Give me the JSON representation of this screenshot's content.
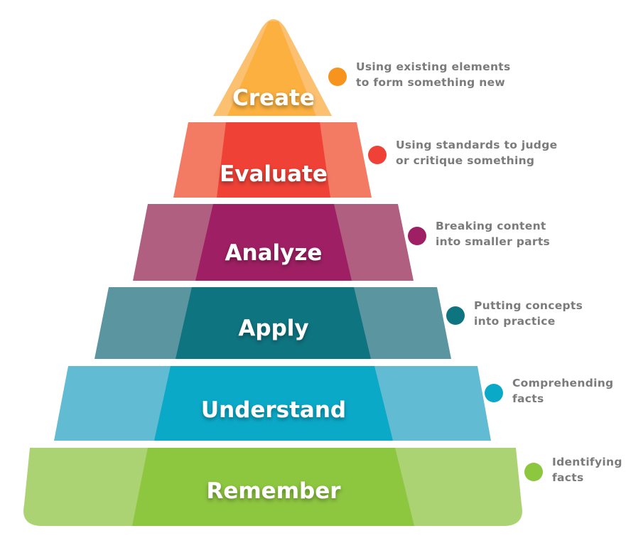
{
  "levels": [
    {
      "name": "Create",
      "description": [
        "Using existing elements",
        "to form something new"
      ],
      "colors": {
        "light": "#fcc170",
        "dark": "#fbb040",
        "dot": "#f7941d"
      }
    },
    {
      "name": "Evaluate",
      "description": [
        "Using standards to judge",
        "or critique something"
      ],
      "colors": {
        "light": "#f37a63",
        "dark": "#ef4136",
        "dot": "#ef4136"
      }
    },
    {
      "name": "Analyze",
      "description": [
        "Breaking content",
        "into smaller parts"
      ],
      "colors": {
        "light": "#b05f80",
        "dark": "#9e1f63",
        "dot": "#9e1f63"
      }
    },
    {
      "name": "Apply",
      "description": [
        "Putting concepts",
        "into practice"
      ],
      "colors": {
        "light": "#5b95a0",
        "dark": "#0e7480",
        "dot": "#0e7480"
      }
    },
    {
      "name": "Understand",
      "description": [
        "Comprehending",
        "facts"
      ],
      "colors": {
        "light": "#61bbd3",
        "dark": "#0aa9c7",
        "dot": "#0aa9c7"
      }
    },
    {
      "name": "Remember",
      "description": [
        "Identifying",
        "facts"
      ],
      "colors": {
        "light": "#acd373",
        "dark": "#8dc63f",
        "dot": "#8dc63f"
      }
    }
  ]
}
